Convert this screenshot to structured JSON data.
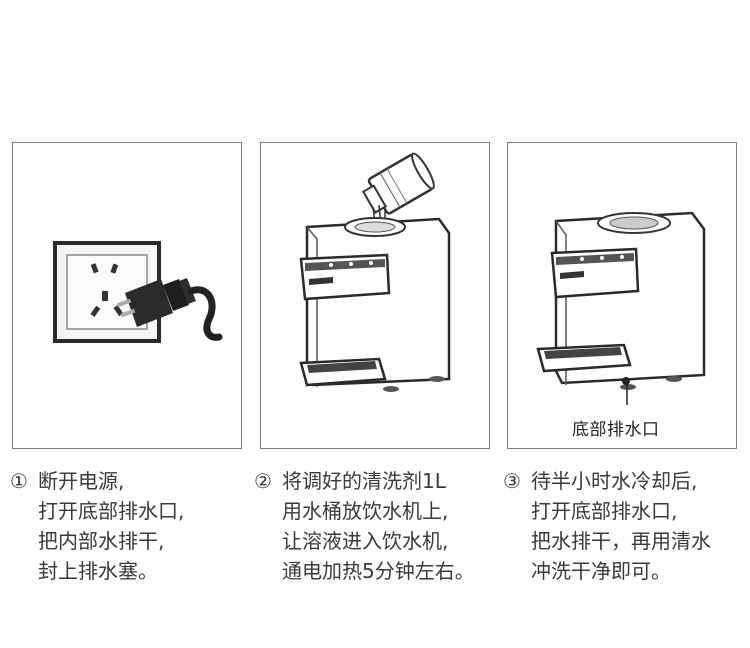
{
  "steps": [
    {
      "num": "①",
      "lines": [
        "断开电源,",
        "打开底部排水口,",
        "把内部水排干,",
        "封上排水塞。"
      ]
    },
    {
      "num": "②",
      "lines": [
        "将调好的清洗剂1L",
        "用水桶放饮水机上,",
        "让溶液进入饮水机,",
        "通电加热5分钟左右。"
      ]
    },
    {
      "num": "③",
      "lines": [
        "待半小时水冷却后,",
        "打开底部排水口,",
        "把水排干，再用清水",
        "冲洗干净即可。"
      ]
    }
  ],
  "panels": {
    "third_callout": "底部排水口"
  },
  "icons": [
    "wall-socket-with-plug",
    "dispenser-with-cleaner-bottle",
    "dispenser-bottom-drain"
  ]
}
